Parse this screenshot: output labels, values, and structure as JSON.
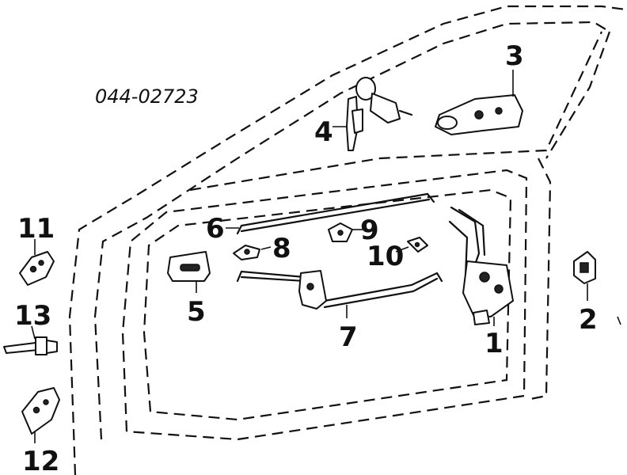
{
  "diagram": {
    "part_code": "044-02723",
    "callouts": [
      {
        "id": "c1",
        "label": "1"
      },
      {
        "id": "c2",
        "label": "2"
      },
      {
        "id": "c3",
        "label": "3"
      },
      {
        "id": "c4",
        "label": "4"
      },
      {
        "id": "c5",
        "label": "5"
      },
      {
        "id": "c6",
        "label": "6"
      },
      {
        "id": "c7",
        "label": "7"
      },
      {
        "id": "c8",
        "label": "8"
      },
      {
        "id": "c9",
        "label": "9"
      },
      {
        "id": "c10",
        "label": "10"
      },
      {
        "id": "c11",
        "label": "11"
      },
      {
        "id": "c12",
        "label": "12"
      },
      {
        "id": "c13",
        "label": "13"
      }
    ]
  }
}
